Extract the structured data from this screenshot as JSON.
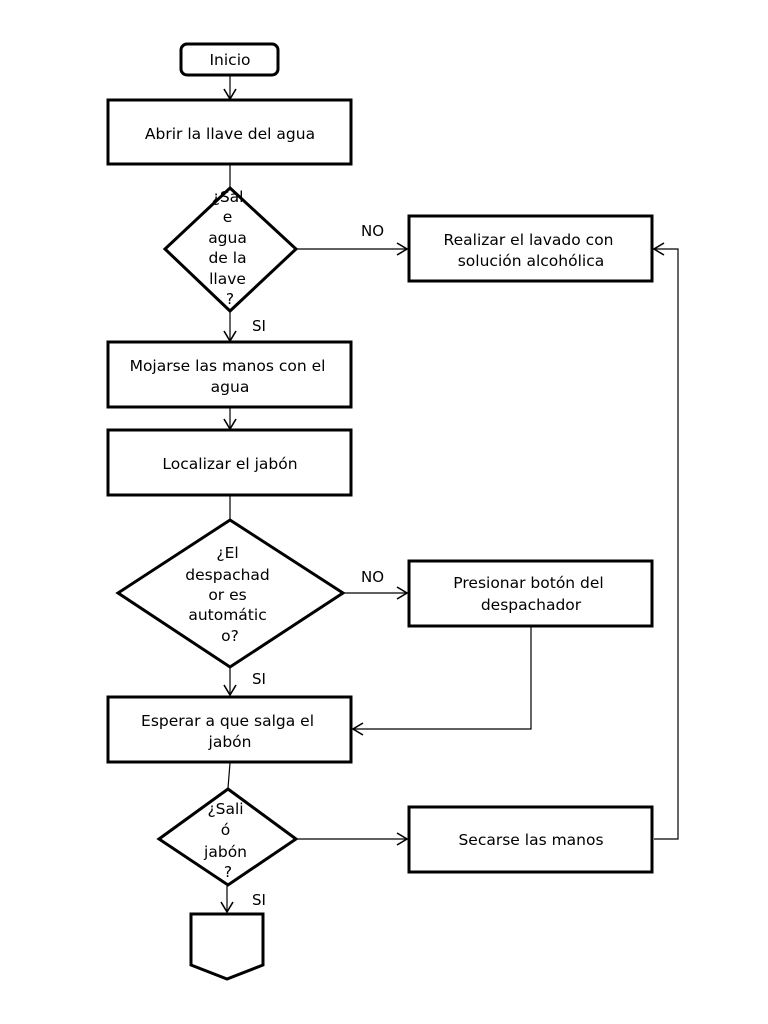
{
  "diagram": {
    "start": "Inicio",
    "step_open_tap": "Abrir la llave del agua",
    "decision_water": [
      "¿Sal",
      "e",
      "agua",
      "de la",
      "llave",
      "?"
    ],
    "step_alcohol": [
      "Realizar el lavado con",
      "solución alcohólica"
    ],
    "step_wet_hands": [
      "Mojarse las manos con el",
      "agua"
    ],
    "step_find_soap": "Localizar el jabón",
    "decision_dispenser": [
      "¿El",
      "despachad",
      "or es",
      "automátic",
      "o?"
    ],
    "step_press_button": [
      "Presionar botón del",
      "despachador"
    ],
    "step_wait_soap": [
      "Esperar a que salga el",
      "jabón"
    ],
    "decision_soap": [
      "¿Sali",
      "ó",
      "jabón",
      "?"
    ],
    "step_dry_hands": "Secarse las manos",
    "labels": {
      "yes": "SI",
      "no": "NO"
    }
  }
}
